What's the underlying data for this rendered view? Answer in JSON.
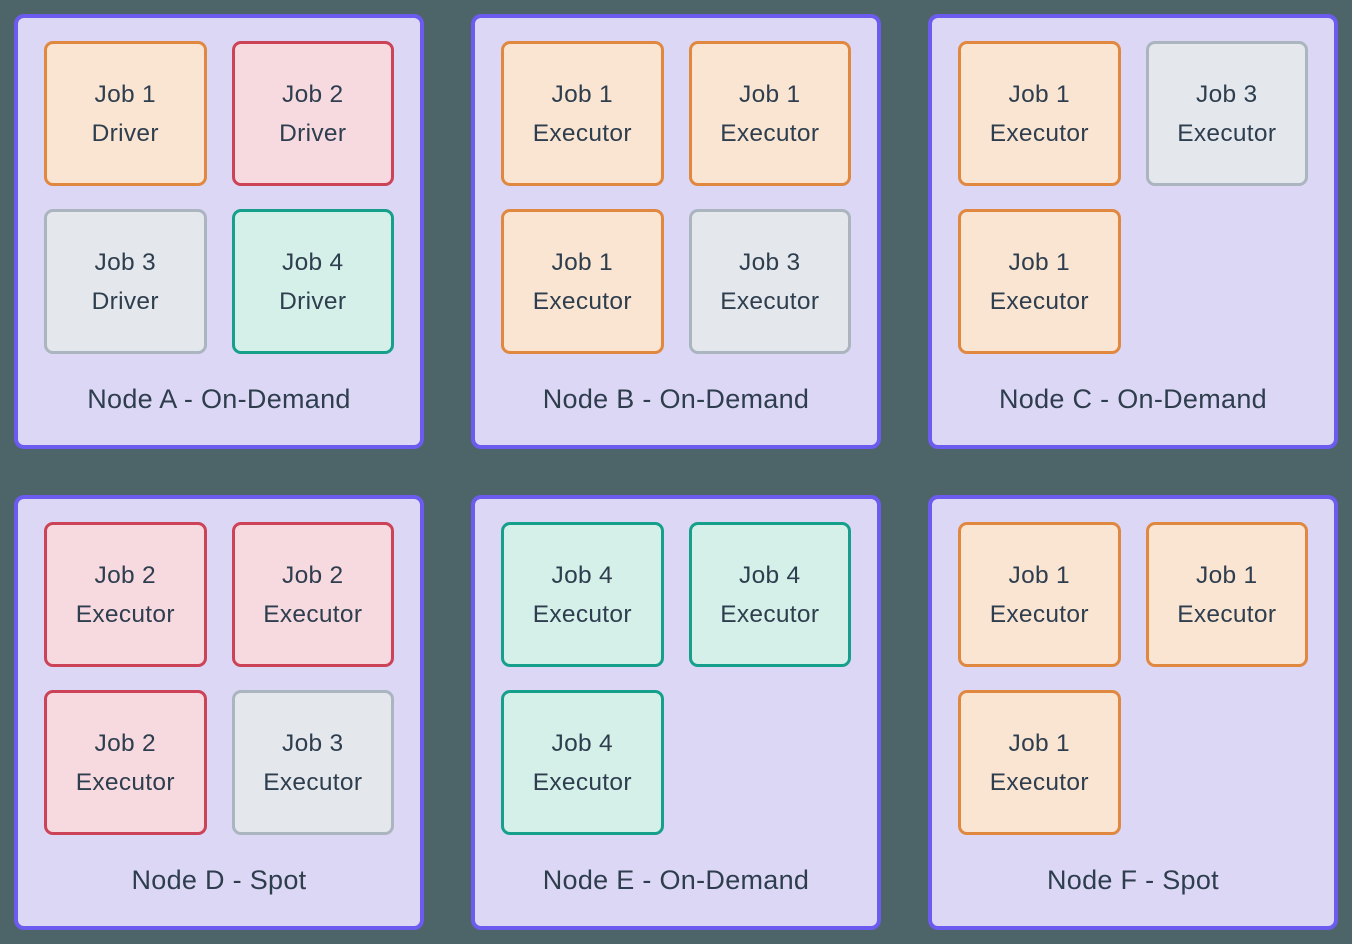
{
  "canvas": {
    "background_color": "#4d6569",
    "text_color": "#2e3e4e"
  },
  "node_style": {
    "fill_color": "#dcd7f4",
    "border_color": "#6b5bee"
  },
  "job_types": {
    "job1": {
      "fill_color": "#fae5d3",
      "border_color": "#e0883f"
    },
    "job2": {
      "fill_color": "#f7dae0",
      "border_color": "#cc4257"
    },
    "job3": {
      "fill_color": "#e4e8ed",
      "border_color": "#abb5bf"
    },
    "job4": {
      "fill_color": "#d4f0e9",
      "border_color": "#16a08b"
    }
  },
  "nodes": [
    {
      "id": "a",
      "label": "Node A - On-Demand",
      "jobs": [
        {
          "job": "Job 1",
          "role": "Driver",
          "type": "job1"
        },
        {
          "job": "Job 2",
          "role": "Driver",
          "type": "job2"
        },
        {
          "job": "Job 3",
          "role": "Driver",
          "type": "job3"
        },
        {
          "job": "Job 4",
          "role": "Driver",
          "type": "job4"
        }
      ]
    },
    {
      "id": "b",
      "label": "Node B - On-Demand",
      "jobs": [
        {
          "job": "Job 1",
          "role": "Executor",
          "type": "job1"
        },
        {
          "job": "Job 1",
          "role": "Executor",
          "type": "job1"
        },
        {
          "job": "Job 1",
          "role": "Executor",
          "type": "job1"
        },
        {
          "job": "Job 3",
          "role": "Executor",
          "type": "job3"
        }
      ]
    },
    {
      "id": "c",
      "label": "Node C - On-Demand",
      "jobs": [
        {
          "job": "Job 1",
          "role": "Executor",
          "type": "job1"
        },
        {
          "job": "Job 3",
          "role": "Executor",
          "type": "job3"
        },
        {
          "job": "Job 1",
          "role": "Executor",
          "type": "job1"
        }
      ]
    },
    {
      "id": "d",
      "label": "Node D - Spot",
      "jobs": [
        {
          "job": "Job 2",
          "role": "Executor",
          "type": "job2"
        },
        {
          "job": "Job 2",
          "role": "Executor",
          "type": "job2"
        },
        {
          "job": "Job 2",
          "role": "Executor",
          "type": "job2"
        },
        {
          "job": "Job 3",
          "role": "Executor",
          "type": "job3"
        }
      ]
    },
    {
      "id": "e",
      "label": "Node E - On-Demand",
      "jobs": [
        {
          "job": "Job 4",
          "role": "Executor",
          "type": "job4"
        },
        {
          "job": "Job 4",
          "role": "Executor",
          "type": "job4"
        },
        {
          "job": "Job 4",
          "role": "Executor",
          "type": "job4"
        }
      ]
    },
    {
      "id": "f",
      "label": "Node F - Spot",
      "jobs": [
        {
          "job": "Job 1",
          "role": "Executor",
          "type": "job1"
        },
        {
          "job": "Job 1",
          "role": "Executor",
          "type": "job1"
        },
        {
          "job": "Job 1",
          "role": "Executor",
          "type": "job1"
        }
      ]
    }
  ]
}
